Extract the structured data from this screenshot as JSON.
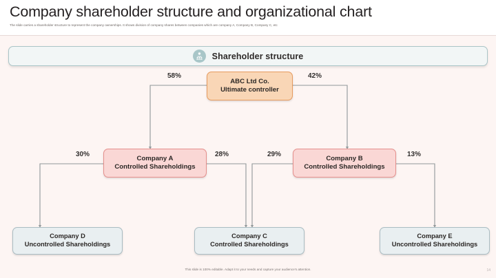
{
  "page": {
    "title": "Company shareholder structure and organizational chart",
    "subtitle": "The slide carries a shareholder structure to represent the company ownerships. It shows division of company shares between companies which are company A, Company B, Company C, etc",
    "footer_note": "This slide is 100% editable. Adapt it to your needs and capture your audience's attention.",
    "page_number": "14",
    "background_color": "#fdf5f3"
  },
  "section_header": {
    "title": "Shareholder structure",
    "icon": "people-group-icon",
    "icon_color": "#a8c6c8",
    "border_color": "#a9c4c6"
  },
  "chart_data": {
    "type": "diagram",
    "title": "Shareholder structure",
    "nodes": [
      {
        "id": "abc",
        "line1": "ABC Ltd Co.",
        "line2": "Ultimate controller",
        "style": "root",
        "fill": "#f9d6b6",
        "border": "#e79b5e"
      },
      {
        "id": "company_a",
        "line1": "Company A",
        "line2": "Controlled Shareholdings",
        "style": "ctrl",
        "fill": "#fad7d5",
        "border": "#e58f8c"
      },
      {
        "id": "company_b",
        "line1": "Company B",
        "line2": "Controlled Shareholdings",
        "style": "ctrl",
        "fill": "#fad7d5",
        "border": "#e58f8c"
      },
      {
        "id": "company_d",
        "line1": "Company D",
        "line2": "Uncontrolled Shareholdings",
        "style": "leaf",
        "fill": "#e9eff1",
        "border": "#a9bcc2"
      },
      {
        "id": "company_c",
        "line1": "Company C",
        "line2": "Controlled Shareholdings",
        "style": "leaf",
        "fill": "#e9eff1",
        "border": "#a9bcc2"
      },
      {
        "id": "company_e",
        "line1": "Company E",
        "line2": "Uncontrolled Shareholdings",
        "style": "leaf",
        "fill": "#e9eff1",
        "border": "#a9bcc2"
      }
    ],
    "edges": [
      {
        "from": "abc",
        "to": "company_a",
        "label": "58%"
      },
      {
        "from": "abc",
        "to": "company_b",
        "label": "42%"
      },
      {
        "from": "company_a",
        "to": "company_d",
        "label": "30%"
      },
      {
        "from": "company_a",
        "to": "company_c",
        "label": "28%"
      },
      {
        "from": "company_b",
        "to": "company_c",
        "label": "29%"
      },
      {
        "from": "company_b",
        "to": "company_e",
        "label": "13%"
      }
    ],
    "labels": [
      "58%",
      "42%",
      "30%",
      "28%",
      "29%",
      "13%"
    ],
    "line_color": "#8f9698"
  }
}
